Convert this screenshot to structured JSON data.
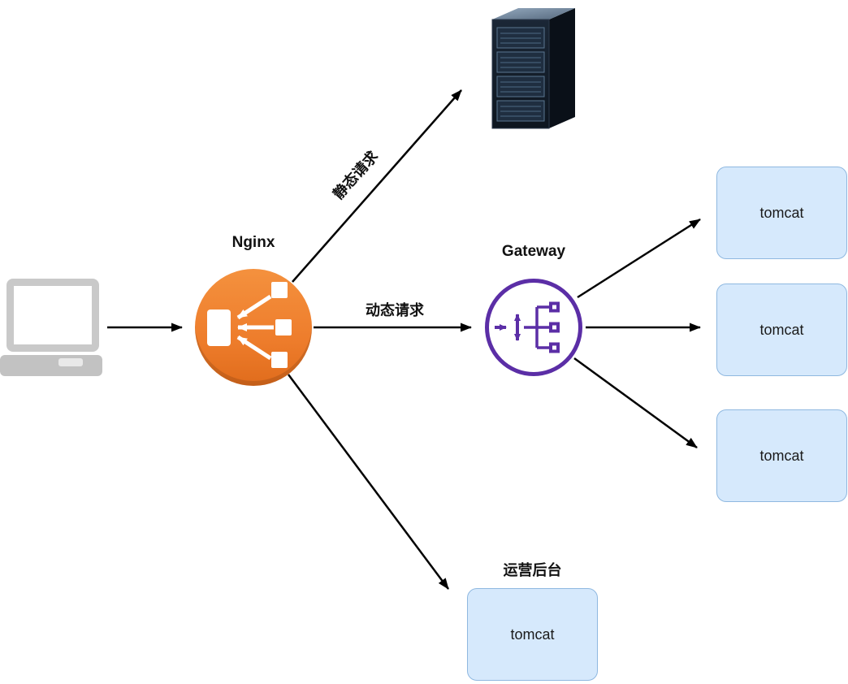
{
  "nodes": {
    "nginx": {
      "label": "Nginx"
    },
    "gateway": {
      "label": "Gateway"
    },
    "tomcats": [
      {
        "label": "tomcat"
      },
      {
        "label": "tomcat"
      },
      {
        "label": "tomcat"
      },
      {
        "label": "tomcat"
      }
    ],
    "ops_caption": "运营后台"
  },
  "edges": {
    "static_label": "静态请求",
    "dynamic_label": "动态请求"
  },
  "icons": {
    "client": "laptop-icon",
    "static_server": "server-rack-icon",
    "nginx": "load-balancer-icon",
    "gateway": "gateway-icon"
  },
  "colors": {
    "background": "#FFFFFF",
    "arrow": "#000000",
    "nginx_fill": "#EE7D2C",
    "gateway_stroke": "#5B2EA6",
    "tomcat_fill": "#D6E9FC",
    "tomcat_border": "#8FB8E0",
    "laptop_gray": "#C9C9C9",
    "server_dark": "#16202E"
  }
}
